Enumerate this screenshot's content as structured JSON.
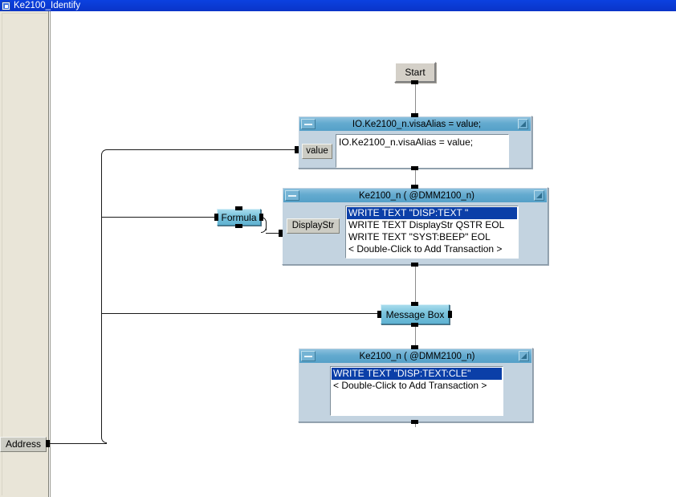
{
  "window": {
    "title": "Ke2100_Identify",
    "icon": "app-document-icon"
  },
  "canvas": {
    "start_button": {
      "label": "Start"
    },
    "address_node": {
      "label": "Address"
    },
    "formula_node": {
      "label": "Formula"
    },
    "message_box_node": {
      "label": "Message Box"
    },
    "blocks": [
      {
        "id": "formula-block",
        "title": "IO.Ke2100_n.visaAlias = value;",
        "minimize_icon": "minimize-icon",
        "grip_icon": "resize-grip-icon",
        "input_port_label": "value",
        "code": "IO.Ke2100_n.visaAlias = value;"
      },
      {
        "id": "driver-block-1",
        "title": "Ke2100_n ( @DMM2100_n)",
        "minimize_icon": "minimize-icon",
        "grip_icon": "resize-grip-icon",
        "input_port_label": "DisplayStr",
        "transactions": [
          {
            "text": "WRITE TEXT \"DISP:TEXT \"",
            "selected": true
          },
          {
            "text": "WRITE TEXT DisplayStr QSTR EOL",
            "selected": false
          },
          {
            "text": "WRITE TEXT \"SYST:BEEP\" EOL",
            "selected": false
          },
          {
            "text": "< Double-Click to Add Transaction >",
            "selected": false
          }
        ]
      },
      {
        "id": "driver-block-2",
        "title": "Ke2100_n ( @DMM2100_n)",
        "minimize_icon": "minimize-icon",
        "grip_icon": "resize-grip-icon",
        "input_port_label": "",
        "transactions": [
          {
            "text": "WRITE TEXT \"DISP:TEXT:CLE\"",
            "selected": true
          },
          {
            "text": "< Double-Click to Add Transaction >",
            "selected": false
          }
        ]
      }
    ]
  },
  "colors": {
    "titlebar": "#0a38d4",
    "left_panel": "#e9e5d8",
    "block_face": "#c3d3e0",
    "block_title": "#63aacf",
    "node_cyan": "#7cc4dd",
    "selection": "#0b3fa8",
    "wire": "#1a1a1a",
    "canvas": "#ffffff"
  }
}
